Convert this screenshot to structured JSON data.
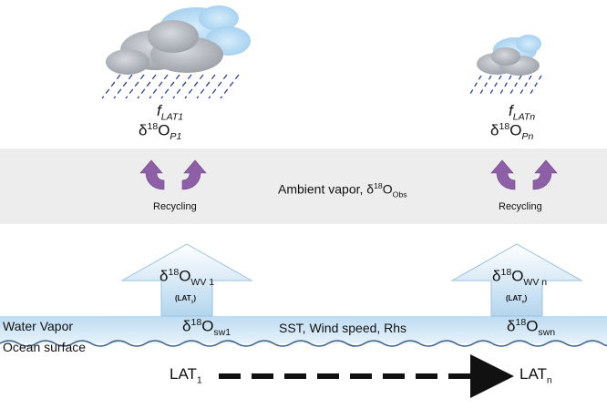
{
  "delta": "δ",
  "o": "O",
  "mass": "18",
  "left_cloud": {
    "f_symbol": "f",
    "f_sub": "LAT1",
    "precip_sub": "P1"
  },
  "right_cloud": {
    "f_symbol": "f",
    "f_sub": "LATn",
    "precip_sub": "Pn"
  },
  "ambient": {
    "label": "Ambient vapor, ",
    "sub": "Obs"
  },
  "recycling_left": "Recycling",
  "recycling_right": "Recycling",
  "left_arrow": {
    "sub": "WV 1",
    "lat_main": "(LAT",
    "lat_sub": "1",
    "lat_close": ")"
  },
  "right_arrow": {
    "sub": "WV n",
    "lat_main": "(LAT",
    "lat_sub": "n",
    "lat_close": ")"
  },
  "water_vapor_label": "Water Vapor",
  "ocean_surface_label": "Ocean surface",
  "sw_left_sub": "sw1",
  "sw_right_sub": "swn",
  "sst_label": "SST, Wind speed, Rhs",
  "lat_axis": {
    "start_main": "LAT",
    "start_sub": "1",
    "end_main": "LAT",
    "end_sub": "n"
  },
  "colors": {
    "ambient_band": "#ededed",
    "water_vapor_band": "#cfe4f3",
    "upward_arrow": "#b9d8ee",
    "recycling_arrow": "#8d5fa6",
    "rain": "#2d3f9e",
    "cloud_gray": "#a9adb4",
    "cloud_blue": "#b5d8f0",
    "lat_arrow": "#111111"
  },
  "icons": {
    "cloud": "rain-cloud",
    "recycling": "curved-up-arrow",
    "upward": "block-up-arrow"
  }
}
